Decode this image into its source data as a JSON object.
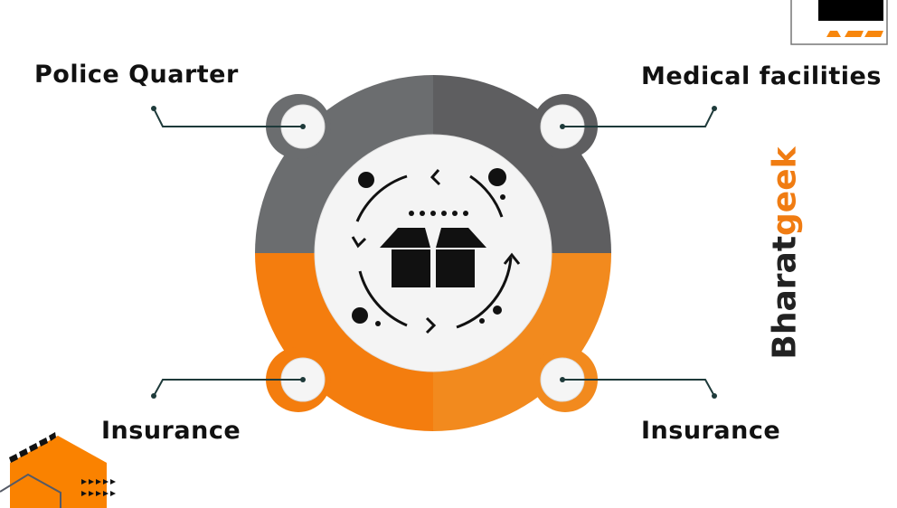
{
  "labels": {
    "top_left": "Police Quarter",
    "top_right": "Medical facilities",
    "bottom_left": "Insurance",
    "bottom_right": "Insurance"
  },
  "logo": {
    "part1": "Bharat",
    "part2": "geek"
  },
  "center_icon": "box-cycle-icon",
  "colors": {
    "gray_left": "#6b6d6f",
    "gray_right": "#5e5e60",
    "orange_left": "#f47d0e",
    "orange_right": "#f28a1e",
    "accent": "#f07c12"
  }
}
